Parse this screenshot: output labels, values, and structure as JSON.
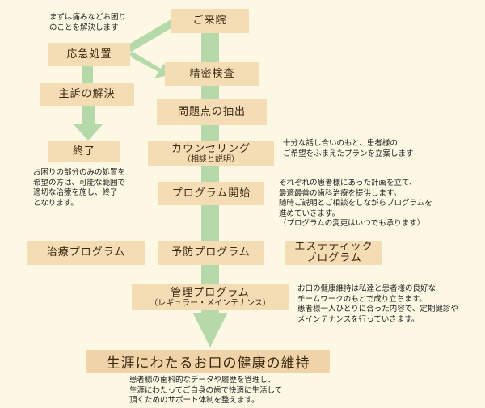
{
  "colors": {
    "background": "#fdf8e4",
    "box": "#f4dcb5",
    "arrow": "#b5d9a9"
  },
  "nodes": {
    "visit": "ご来院",
    "emergency": "応急処置",
    "main_complaint": "主訴の解決",
    "end": "終了",
    "detailed_exam": "精密検査",
    "extract_issues": "問題点の抽出",
    "counseling": "カウンセリング",
    "counseling_sub": "（相談と説明）",
    "program_start": "プログラム開始",
    "treatment_program": "治療プログラム",
    "prevention_program": "予防プログラム",
    "esthetic_line1": "エステティック",
    "esthetic_line2": "プログラム",
    "maintenance": "管理プログラム",
    "maintenance_sub": "（レギュラー・メインテナンス）",
    "final": "生涯にわたるお口の健康の維持"
  },
  "notes": {
    "emergency_note": "まずは痛みなどお困り\nのことを解決します",
    "end_note": "お困りの部分のみの処置を\n希望の方は、可能な範囲で\n適切な治療を施し、終了\nとなります。",
    "counseling_note": "十分な話し合いのもと、患者様の\nご希望をふまえたプランを立案します",
    "program_note": "それぞれの患者様にあった計画を立て、\n最適最善の歯科治療を提供します。\n随時ご説明とご相談をしながらプログラムを\n進めていきます。\n（プログラムの変更はいつでも承ります）",
    "maintenance_note": "お口の健康維持は私達と患者様の良好な\nチームワークのもとで成り立ちます。\n患者様一人ひとりに合った内容で、定期健診や\nメインテナンスを行っていきます。",
    "final_note": "患者様の歯科的なデータや履歴を管理し、\n生涯にわたってご自身の歯で快適に生活して\n頂くためのサポート体制を整えます。"
  }
}
